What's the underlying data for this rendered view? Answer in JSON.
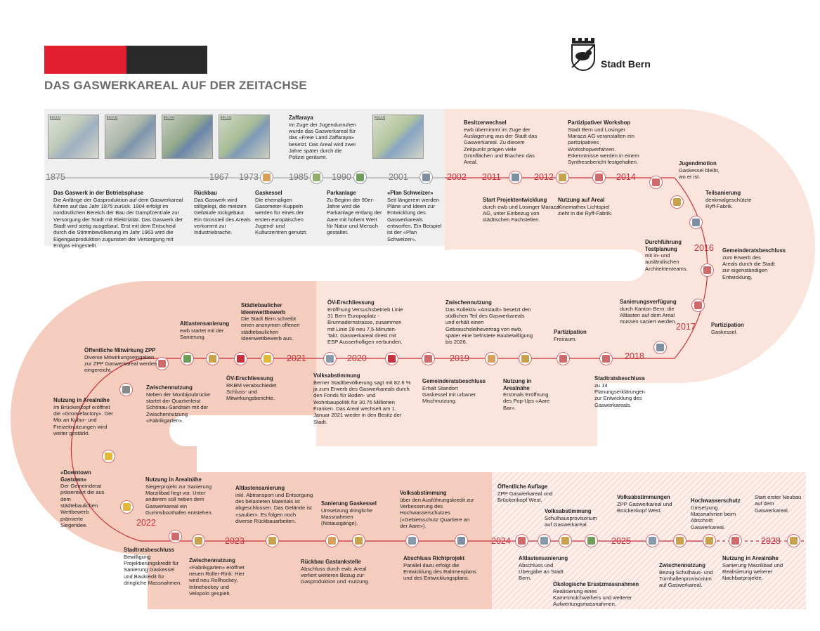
{
  "header": {
    "title": "DAS GASWERKAREAL AUF DER ZEITACHSE",
    "logo_text": "Stadt Bern",
    "logo_icon": "bern-bear-coat-of-arms-icon"
  },
  "colors": {
    "red": "#e21f2f",
    "dark": "#2a2a2a",
    "grey_band": "#efefef",
    "band_light": "#fbe4dc",
    "band_dark": "#f5cdbf",
    "line_red": "#c8303b"
  },
  "photos": [
    {
      "year": "1900"
    },
    {
      "year": "1930"
    },
    {
      "year": "1963"
    },
    {
      "year": "1969"
    },
    {
      "year": "2000"
    }
  ],
  "years": {
    "y1875": "1875",
    "y1967": "1967",
    "y1973": "1973",
    "y1985": "1985",
    "y1990": "1990",
    "y2001": "2001",
    "y2002": "2002",
    "y2011": "2011",
    "y2012": "2012",
    "y2014": "2014",
    "y2016": "2016",
    "y2017": "2017",
    "y2018": "2018",
    "y2019": "2019",
    "y2020": "2020",
    "y2021": "2021",
    "y2022": "2022",
    "y2023": "2023",
    "y2024": "2024",
    "y2025": "2025",
    "y2028": "2028"
  },
  "events": {
    "e1875": {
      "title": "Das Gaswerk in der Betriebsphase",
      "text": "Die Anfänge der Gasproduktion auf dem Gaswerkareal führen auf das Jahr 1875 zurück. 1904 erfolgt im nordöstlichen Bereich der Bau der Dampfzentrale zur Versorgung der Stadt mit Elektrizität. Das Gaswerk der Stadt wird stetig ausgebaut. Erst mit dem Entscheid durch die Stimmbevölkerung im Jahr 1963 wird die Eigengasproduktion zugunsten der Versorgung mit Erdgas eingestellt."
    },
    "e1967": {
      "title": "Rückbau",
      "text": "Das Gaswerk wird stillgelegt, die meisten Gebäude rückgebaut. Ein Grossteil des Areals verkommt zur Industriebrache."
    },
    "e1973": {
      "title": "Gaskessel",
      "text": "Die ehemaligen Gasometer-Kuppeln werden für eines der ersten europäischen Jugend- und Kulturzentren genutzt."
    },
    "e1985": {
      "title": "Zaffaraya",
      "text": "Im Zuge der Jugendunruhen wurde das Gaswerkareal für das «Freie Land Zaffaraya» besetzt. Das Areal wird zwei Jahre später durch die Polizei geräumt."
    },
    "e1990": {
      "title": "Parkanlage",
      "text": "Zu Beginn der 90er-Jahre wird die Parkanlage entlang der Aare mit hohem Wert für Natur und Mensch gestaltet."
    },
    "e2001": {
      "title": "«Plan Schweizer»",
      "text": "Seit längerem werden Pläne und Ideen zur Entwicklung des Gaswerkareals entworfen. Ein Beispiel ist der «Plan Schweizer»."
    },
    "e2002": {
      "title": "Besitzerwechsel",
      "text": "ewb übernimmt im Zuge der Auslagerung aus der Stadt das Gaswerkareal. Zu diesem Zeitpunkt prägen viele Grünflächen und Brachen das Areal."
    },
    "e2011": {
      "title": "Start Projektentwicklung",
      "text": "durch ewb und Losinger Marazzi AG, unter Einbezug von städtischen Fachstellen."
    },
    "e2012": {
      "title": "Nutzung auf Areal",
      "text": "Kinematheк Lichtspiel zieht in die Ryff-Fabrik."
    },
    "e2014a": {
      "title": "Partizipativer Workshop",
      "text": "Stadt Bern und Losinger Marazzi AG veranstalten ein partizipatives Workshopverfahren. Erkenntnisse werden in einem Synthesebericht festgehalten."
    },
    "e2014b": {
      "title": "Jugendmotion",
      "text": "Gaskessel bleibt, wo er ist."
    },
    "e2014c": {
      "title": "Teilsanierung",
      "text": "denkmalgeschützte Ryff-Fabrik."
    },
    "e2016a": {
      "title": "Durchführung Testplanung",
      "text": "mit in- und ausländischen Architektenteams."
    },
    "e2016b": {
      "title": "Gemeinderatsbeschluss",
      "text": "zum Erwerb des Areals durch die Stadt zur eigenständigen Entwicklung."
    },
    "e2017a": {
      "title": "Sanierungsverfügung",
      "text": "durch Kanton Bern: die Altlasten auf dem Areal müssen saniert werden."
    },
    "e2017b": {
      "title": "Partizipation",
      "text": "Gaskessel."
    },
    "e2018a": {
      "title": "Partizipation",
      "text": "Freiraum."
    },
    "e2018b": {
      "title": "Stadtratsbeschluss",
      "text": "zu 14 Planungserklärungen zur Entwicklung des Gaswerkareals."
    },
    "e2019a": {
      "title": "Zwischennutzung",
      "text": "Das Kollektiv «Anstadt» besetzt den südlichen Teil des Gaswerkareals und erhält einen Gebrauchsleihevertrag von ewb, später eine befristete Baubewilligung bis 2026."
    },
    "e2019b": {
      "title": "Gemeinderatsbeschluss",
      "text": "Erhalt Standort Gaskessel mit urbaner Mischnutzung."
    },
    "e2019c": {
      "title": "Nutzung in Arealnähe",
      "text": "Erstmals Eröffnung des Pop-Ups «Aare Bar»."
    },
    "e2020a": {
      "title": "ÖV-Erschliessung",
      "text": "Eröffnung Versuchsbetrieb Linie 31 Bern Europaplatz - Brunnadernstrasse, zusammen mit Linie 28 neu 7,5-Minuten-Takt. Gaswerkareal direkt mit ESP Ausserholligen verbunden."
    },
    "e2020b": {
      "title": "Volksabstimmung",
      "text": "Berner Stadtbevölkerung sagt mit 82.6 % ja zum Erwerb des Gaswerkareals durch den Fonds für Boden- und Wohnbaupolitik für 30.76 Millionen Franken. Das Areal wechselt am 1. Januar 2021 wieder in den Besitz der Stadt."
    },
    "e2021a": {
      "title": "Städtebaulicher Ideenwettbewerb",
      "text": "Die Stadt Bern schreibt einen anonymen offenen städtebaulichen Ideenwettbewerb aus."
    },
    "e2021b": {
      "title": "ÖV-Erschliessung",
      "text": "RKBM verabschiedet Schluss- und Mitwirkungsberichte."
    },
    "e2021c": {
      "title": "Altlastensanierung",
      "text": "ewb startet mit der Sanierung."
    },
    "e2021d": {
      "title": "Öffentliche Mitwirkung ZPP",
      "text": "Diverse Mitwirkungseingaben zur ZPP Gaswerkareal werden eingereicht."
    },
    "e2021e": {
      "title": "Zwischennutzung",
      "text": "Neben der Monbijoubrücke startet der Quartierleist Schönau-Sandrain mit der Zwischennutzung «Fabrikgarten»."
    },
    "e2021f": {
      "title": "Nutzung in Arealnähe",
      "text": "Im Brückenkopf eröffnet die «Groovefactory». Der Mix an Kultur- und Freizeitnutzungen wird weiter gestärkt."
    },
    "e2022a": {
      "title": "«Downtown Gastown»",
      "text": "Der Gemeinderat präsentiert die aus dem städtebaulichen Wettbewerb prämierte Siegeridee."
    },
    "e2022b": {
      "title": "Nutzung in Arealnähe",
      "text": "Siegerprojekt zur Sanierung Marzilibad liegt vor. Unter anderem soll neben dem Gaswerkareal ein Gummiboothafen entstehen."
    },
    "e2022c": {
      "title": "Stadtratsbeschluss",
      "text": "Bewilligung Projektierungskredit für Sanierung Gaskessel und Baukredit für dringliche Massnahmen."
    },
    "e2023a": {
      "title": "Zwischennutzung",
      "text": "«Fabrikgarten» eröffnet neuen Roller-Rink: Hier wird neu Rollhockey, Inlinehockey und Velopolo gespielt."
    },
    "e2023b": {
      "title": "Altlastensanierung",
      "text": "inkl. Abtransport und Entsorgung des belasteten Materials ist abgeschlossen. Das Gelände ist «sauber». Es folgen noch diverse Rückbauarbeiten."
    },
    "e2023c": {
      "title": "Sanierung Gaskessel",
      "text": "Umsetzung dringliche Massnahmen (Notausgänge)."
    },
    "e2023d": {
      "title": "Rückbau Gastankstelle",
      "text": "Abschluss durch ewb. Areal verliert weiteren Bezug zur Gasproduktion und -nutzung."
    },
    "e2023e": {
      "title": "Volksabstimmung",
      "text": "über den Ausführungskredit zur Verbesserung des Hochwasserschutzes («Gebietsschutz Quartiere an der Aare»)."
    },
    "e2023f": {
      "title": "Abschluss Richtprojekt",
      "text": "Parallel dazu erfolgt die Entwicklung des Rahmenplans und des Entwicklungsplans."
    },
    "e2024a": {
      "title": "Öffentliche Auflage",
      "text": "ZPP Gaswerkareal und Brückenkopf West."
    },
    "e2024b": {
      "title": "Volksabstimmung",
      "text": "Schulhausprovisorium auf Gaswerkareal."
    },
    "e2024c": {
      "title": "Altlastensanierung",
      "text": "Abschluss und Übergabe an Stadt Bern."
    },
    "e2024d": {
      "title": "Ökologische Ersatzmassnahmen",
      "text": "Realisierung eines Kammmolchweihers und weiterer Aufwertungsmassnahmen."
    },
    "e2025a": {
      "title": "Volksabstimmungen",
      "text": "ZPP Gaswerkareal und Brückenkopf West."
    },
    "e2025b": {
      "title": "Hochwasserschutz",
      "text": "Umsetzung Massnahmen beim Abschnitt Gaswerkareal."
    },
    "e2025c": {
      "title": "Zwischennutzung",
      "text": "Bezug Schulhaus- und Turnhallenprovisorium auf Gaswerkareal."
    },
    "e2025d": {
      "title": "Nutzung in Arealnähe",
      "text": "Sanierung Marzilibad und Realisierung weiterer Nachbarprojekte."
    },
    "e2028": {
      "title": "",
      "text": "Start erster Neubau auf dem Gaswerkareal."
    }
  }
}
